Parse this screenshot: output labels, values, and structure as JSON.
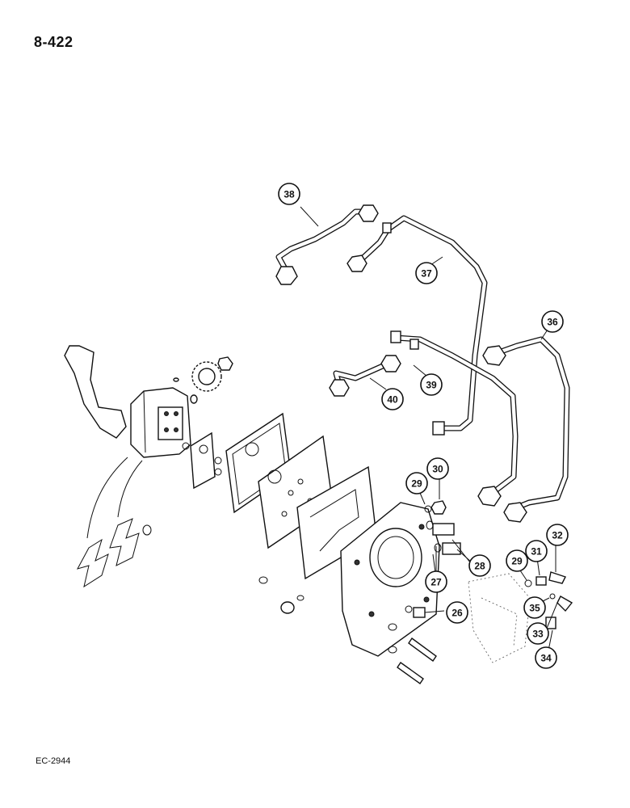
{
  "page": {
    "number": "8-422",
    "figure_code": "EC-2944"
  },
  "callouts": [
    "26",
    "27",
    "28",
    "29",
    "29",
    "30",
    "31",
    "32",
    "33",
    "34",
    "35",
    "36",
    "37",
    "38",
    "39",
    "40"
  ],
  "colors": {
    "ink": "#111111",
    "paper": "#ffffff"
  }
}
